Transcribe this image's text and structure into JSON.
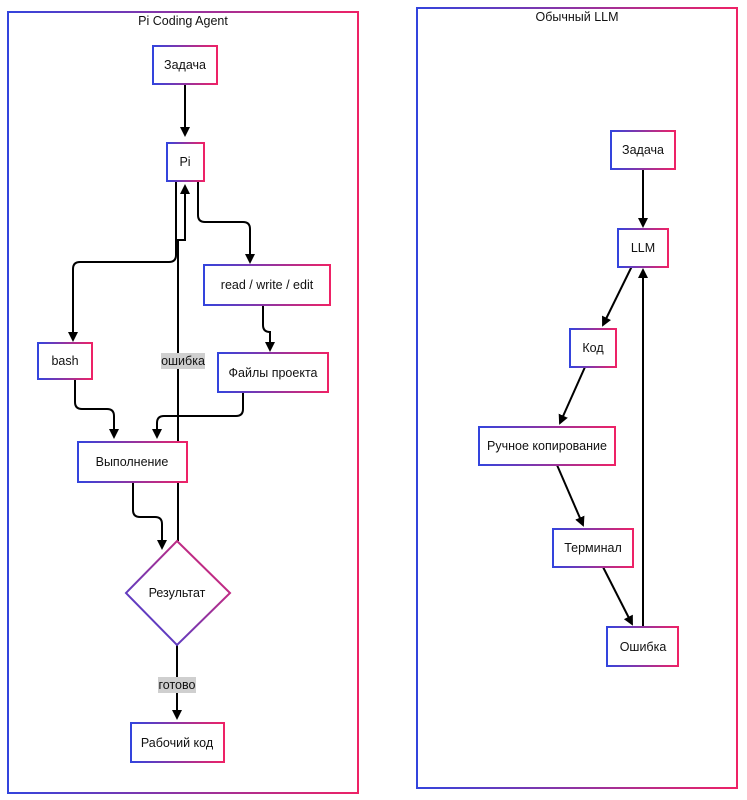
{
  "colors": {
    "gradient_start": "#3344dd",
    "gradient_end": "#ee2266",
    "node_fill": "#ffffff",
    "edge": "#000000",
    "edge_label_bg": "#cfcfcf"
  },
  "clusters": {
    "left": {
      "title": "Pi Coding Agent"
    },
    "right": {
      "title": "Обычный LLM"
    }
  },
  "nodes": {
    "left_task": "Задача",
    "pi": "Pi",
    "rwe": "read / write / edit",
    "bash": "bash",
    "files": "Файлы проекта",
    "exec": "Выполнение",
    "result": "Результат",
    "working": "Рабочий код",
    "right_task": "Задача",
    "llm": "LLM",
    "code": "Код",
    "manual": "Ручное копирование",
    "terminal": "Терминал",
    "error": "Ошибка"
  },
  "edge_labels": {
    "error": "ошибка",
    "done": "готово"
  }
}
